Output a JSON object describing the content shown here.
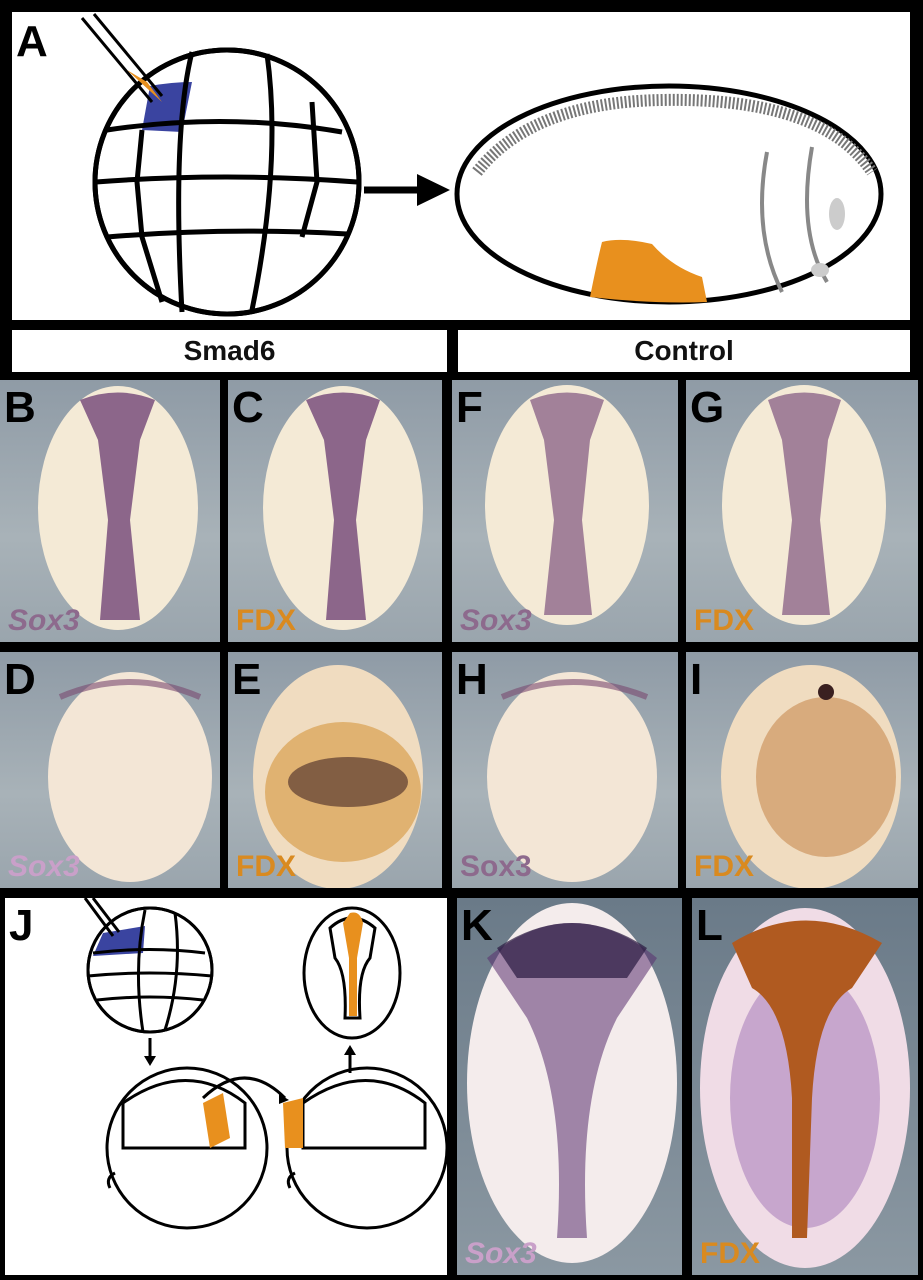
{
  "panels": {
    "A": {
      "letter": "A"
    },
    "headers": {
      "smad6": "Smad6",
      "control": "Control"
    },
    "B": {
      "letter": "B",
      "label": "Sox3"
    },
    "C": {
      "letter": "C",
      "label": "FDX"
    },
    "F": {
      "letter": "F",
      "label": "Sox3"
    },
    "G": {
      "letter": "G",
      "label": "FDX"
    },
    "D": {
      "letter": "D",
      "label": "Sox3"
    },
    "E": {
      "letter": "E",
      "label": "FDX"
    },
    "H": {
      "letter": "H",
      "label": "Sox3"
    },
    "I": {
      "letter": "I",
      "label": "FDX"
    },
    "J": {
      "letter": "J"
    },
    "K": {
      "letter": "K",
      "label": "Sox3"
    },
    "L": {
      "letter": "L",
      "label": "FDX"
    }
  },
  "colors": {
    "injection": "#3a44a0",
    "lineage": "#e8901e",
    "stain": "#5a3060"
  }
}
